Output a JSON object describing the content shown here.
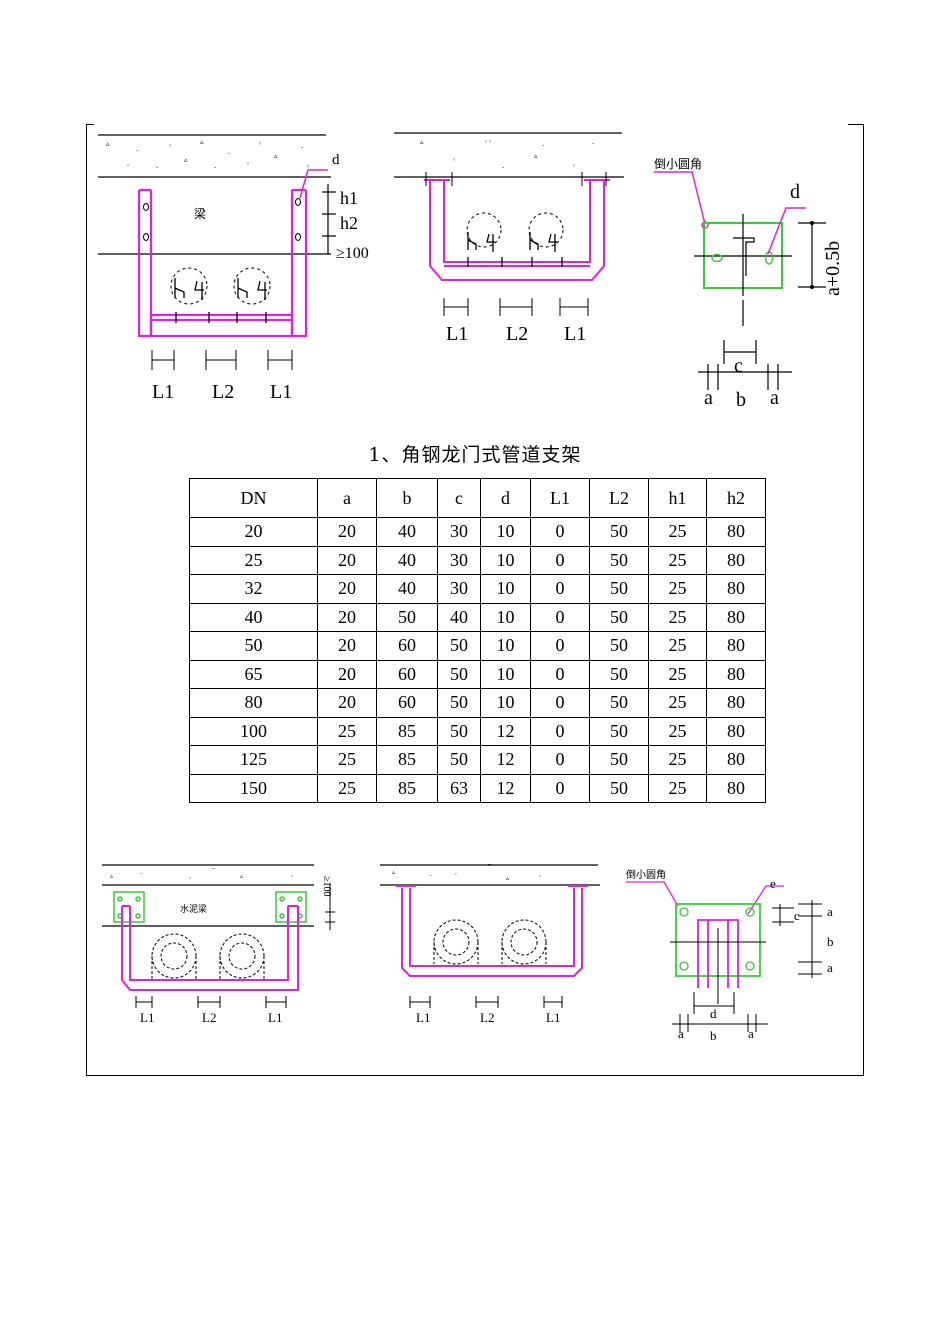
{
  "caption": "1、角钢龙门式管道支架",
  "table": {
    "headers": [
      "DN",
      "a",
      "b",
      "c",
      "d",
      "L1",
      "L2",
      "h1",
      "h2"
    ],
    "rows": [
      [
        "20",
        "20",
        "40",
        "30",
        "10",
        "0",
        "50",
        "25",
        "80"
      ],
      [
        "25",
        "20",
        "40",
        "30",
        "10",
        "0",
        "50",
        "25",
        "80"
      ],
      [
        "32",
        "20",
        "40",
        "30",
        "10",
        "0",
        "50",
        "25",
        "80"
      ],
      [
        "40",
        "20",
        "50",
        "40",
        "10",
        "0",
        "50",
        "25",
        "80"
      ],
      [
        "50",
        "20",
        "60",
        "50",
        "10",
        "0",
        "50",
        "25",
        "80"
      ],
      [
        "65",
        "20",
        "60",
        "50",
        "10",
        "0",
        "50",
        "25",
        "80"
      ],
      [
        "80",
        "20",
        "60",
        "50",
        "10",
        "0",
        "50",
        "25",
        "80"
      ],
      [
        "100",
        "25",
        "85",
        "50",
        "12",
        "0",
        "50",
        "25",
        "80"
      ],
      [
        "125",
        "25",
        "85",
        "50",
        "12",
        "0",
        "50",
        "25",
        "80"
      ],
      [
        "150",
        "25",
        "85",
        "63",
        "12",
        "0",
        "50",
        "25",
        "80"
      ]
    ]
  },
  "drawing1": {
    "beam_label": "梁",
    "d": "d",
    "h1": "h1",
    "h2": "h2",
    "min_clearance": "≥100",
    "L1": "L1",
    "L2": "L2"
  },
  "drawing2": {
    "L1": "L1",
    "L2": "L2"
  },
  "drawing3": {
    "chamfer_note": "倒小圆角",
    "d": "d",
    "height_dim": "a+0.5b",
    "c": "c",
    "a": "a",
    "b": "b"
  },
  "drawing4": {
    "beam_label": "水泥梁",
    "min_clearance": "≥100",
    "L1": "L1",
    "L2": "L2"
  },
  "drawing5": {
    "L1": "L1",
    "L2": "L2"
  },
  "drawing6": {
    "chamfer_note": "倒小圆角",
    "e": "e",
    "c": "c",
    "a": "a",
    "b": "b",
    "d": "d"
  },
  "colors": {
    "support": "#e020e0",
    "plate": "#3cc83c",
    "line": "#000000"
  }
}
